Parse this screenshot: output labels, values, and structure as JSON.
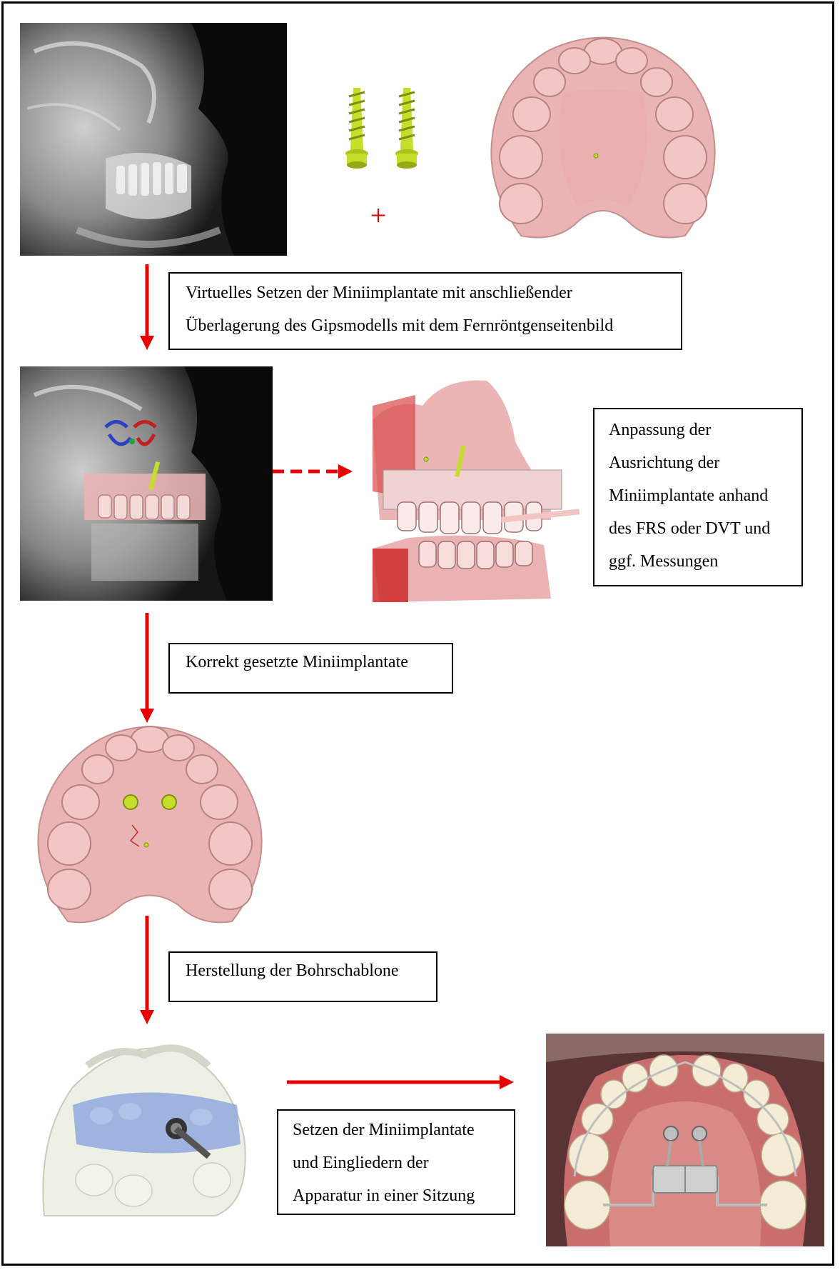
{
  "boxes": {
    "step1": [
      "Virtuelles Setzen der Miniimplantate mit anschließender",
      "Überlagerung des Gipsmodells mit dem Fernröntgenseitenbild"
    ],
    "side": [
      "Anpassung der",
      "Ausrichtung der",
      "Miniimplantate anhand",
      "des FRS oder DVT und",
      "ggf. Messungen"
    ],
    "step2": [
      "Korrekt gesetzte Miniimplantate"
    ],
    "step3": [
      "Herstellung der Bohrschablone"
    ],
    "final": [
      "Setzen der Miniimplantate",
      "und Eingliedern der",
      "Apparatur in einer Sitzung"
    ]
  },
  "plus_sign": "+",
  "images": [
    "xray-lateral-cephalogram",
    "miniimplant-screws",
    "maxillary-cast-model",
    "xray-with-virtual-implants",
    "superimposed-3d-model",
    "cast-with-implants",
    "drill-guide-template",
    "intraoral-appliance-photo"
  ],
  "colors": {
    "arrow": "#e60000",
    "cast": "#eab4b4",
    "implant": "#c6dd2a",
    "guide": "#8fa8dc"
  }
}
